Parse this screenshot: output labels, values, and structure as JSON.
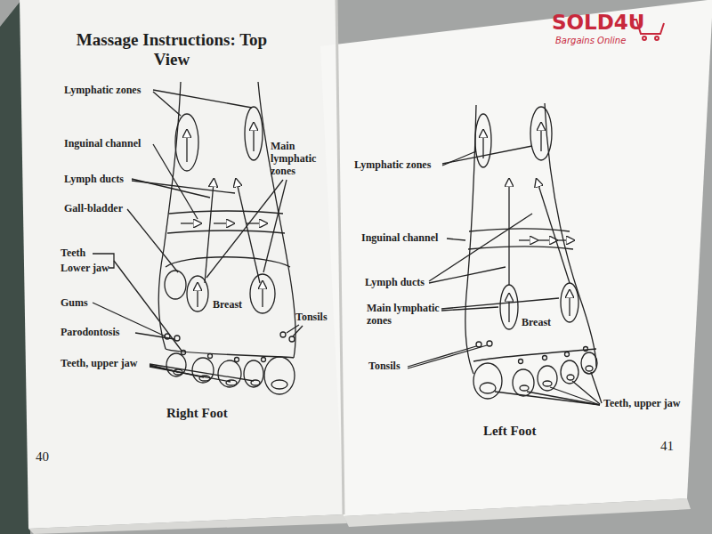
{
  "diagram": {
    "title": "Massage Instructions: Top View",
    "labels": [
      "Lymphatic zones",
      "Inguinal channel",
      "Lymph ducts",
      "Main lymphatic zones",
      "Gall-bladder",
      "Teeth",
      "Lower jaw",
      "Gums",
      "Parodontosis",
      "Tonsils",
      "Teeth, upper jaw",
      "Breast",
      "Right Foot",
      "40",
      "Lymphatic zones",
      "Inguinal channel",
      "Lymph ducts",
      "Main lymphatic zones",
      "Breast",
      "Tonsils",
      "Teeth, upper jaw",
      "Left Foot",
      "41",
      "SOLD4U",
      "Bargains Online"
    ]
  }
}
